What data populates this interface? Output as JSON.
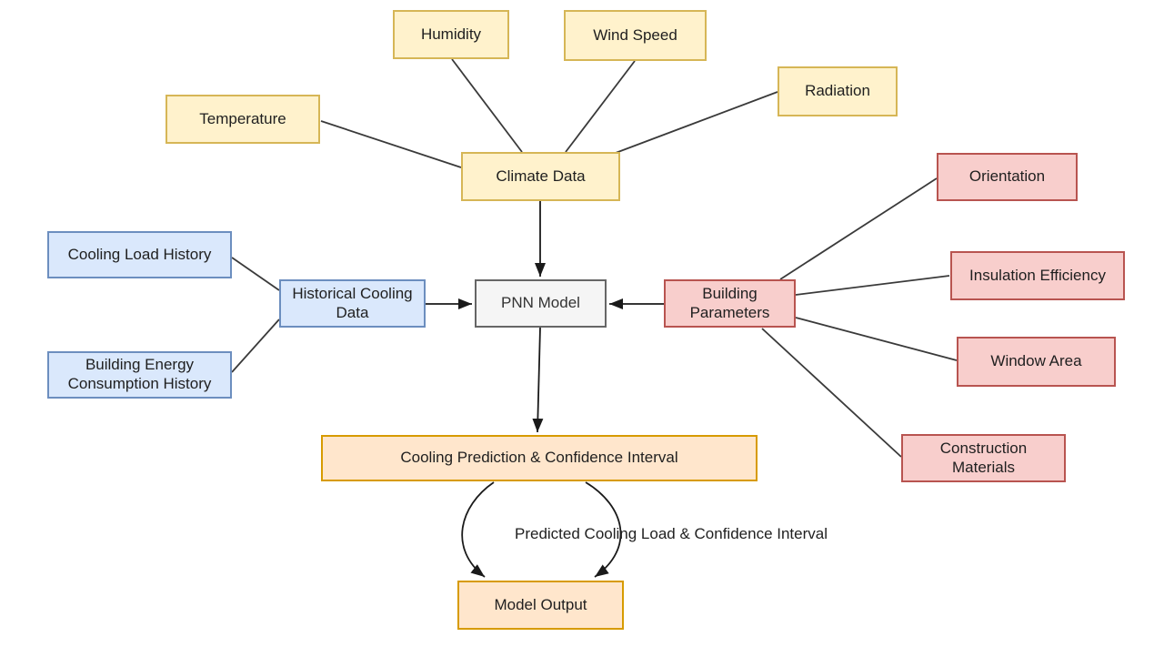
{
  "diagram": {
    "name": "PNN cooling load prediction flowchart",
    "nodes": {
      "humidity": {
        "label": "Humidity",
        "group": "climate"
      },
      "wind_speed": {
        "label": "Wind Speed",
        "group": "climate"
      },
      "radiation": {
        "label": "Radiation",
        "group": "climate"
      },
      "temperature": {
        "label": "Temperature",
        "group": "climate"
      },
      "climate_data": {
        "label": "Climate Data",
        "group": "climate"
      },
      "cooling_load_history": {
        "label": "Cooling Load History",
        "group": "historical"
      },
      "building_energy_consumption_history": {
        "label": "Building Energy Consumption History",
        "group": "historical"
      },
      "historical_cooling_data": {
        "label": "Historical Cooling Data",
        "group": "historical"
      },
      "pnn_model": {
        "label": "PNN Model",
        "group": "model"
      },
      "building_parameters": {
        "label": "Building Parameters",
        "group": "building"
      },
      "orientation": {
        "label": "Orientation",
        "group": "building"
      },
      "insulation_efficiency": {
        "label": "Insulation Efficiency",
        "group": "building"
      },
      "window_area": {
        "label": "Window Area",
        "group": "building"
      },
      "construction_materials": {
        "label": "Construction Materials",
        "group": "building"
      },
      "cooling_prediction": {
        "label": "Cooling Prediction & Confidence Interval",
        "group": "output"
      },
      "model_output": {
        "label": "Model Output",
        "group": "output"
      }
    },
    "edge_labels": {
      "prediction_to_output": "Predicted Cooling Load & Confidence Interval"
    },
    "colors": {
      "climate_fill": "#fff2cc",
      "climate_border": "#d6b656",
      "historical_fill": "#dae8fc",
      "historical_border": "#6c8ebf",
      "building_fill": "#f8cecc",
      "building_border": "#b85450",
      "model_fill": "#f5f5f5",
      "model_border": "#666666",
      "output_fill": "#ffe6cc",
      "output_border": "#d79b00",
      "line": "#3a3a3a",
      "text": "#1f1f1f"
    }
  }
}
